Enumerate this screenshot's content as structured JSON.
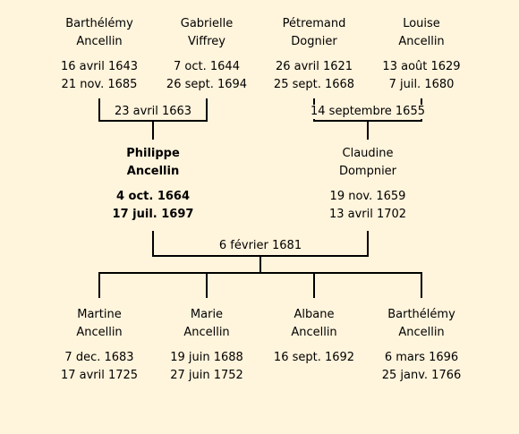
{
  "grandparents": [
    {
      "first": "Barthélémy",
      "last": "Ancellin",
      "birth": "16 avril 1643",
      "death": "21 nov. 1685"
    },
    {
      "first": "Gabrielle",
      "last": "Viffrey",
      "birth": "7 oct. 1644",
      "death": "26 sept. 1694"
    },
    {
      "first": "Pétremand",
      "last": "Dognier",
      "birth": "26 avril 1621",
      "death": "25 sept. 1668"
    },
    {
      "first": "Louise",
      "last": "Ancellin",
      "birth": "13 août 1629",
      "death": "7 juil. 1680"
    }
  ],
  "grandparent_marriages": [
    "23 avril 1663",
    "14 septembre 1655"
  ],
  "parents": [
    {
      "first": "Philippe",
      "last": "Ancellin",
      "birth": "4 oct. 1664",
      "death": "17 juil. 1697"
    },
    {
      "first": "Claudine",
      "last": "Dompnier",
      "birth": "19 nov. 1659",
      "death": "13 avril 1702"
    }
  ],
  "parent_marriage": "6 février 1681",
  "children": [
    {
      "first": "Martine",
      "last": "Ancellin",
      "birth": "7 dec. 1683",
      "death": "17 avril 1725"
    },
    {
      "first": "Marie",
      "last": "Ancellin",
      "birth": "19 juin 1688",
      "death": "27 juin 1752"
    },
    {
      "first": "Albane",
      "last": "Ancellin",
      "birth": "16 sept. 1692",
      "death": ""
    },
    {
      "first": "Barthélémy",
      "last": "Ancellin",
      "birth": "6 mars 1696",
      "death": "25 janv. 1766"
    }
  ]
}
